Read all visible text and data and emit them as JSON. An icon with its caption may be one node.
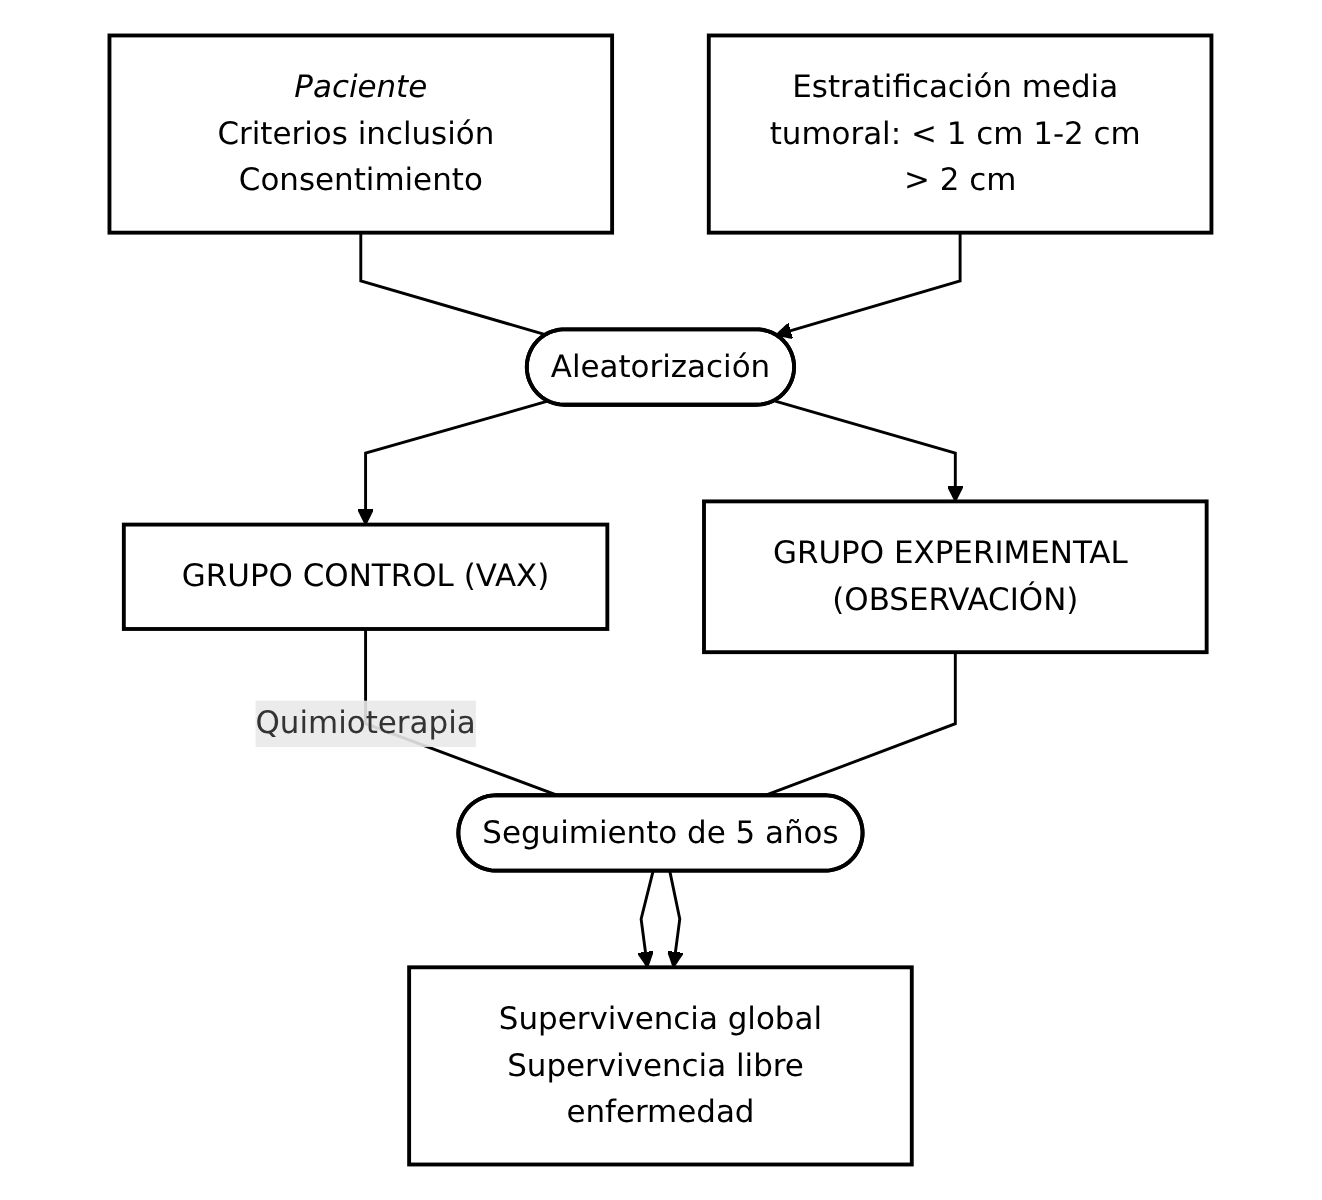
{
  "diagram": {
    "nodes": [
      {
        "text": [
          "Paciente",
          "Criterios inclusión Consentimiento"
        ]
      },
      {
        "text": [
          "Estratificación media tumoral: < 1 cm 1-2 cm > 2 cm"
        ]
      },
      {
        "text": [
          "Aleatorización"
        ]
      },
      {
        "text": [
          "GRUPO CONTROL (VAX)"
        ]
      },
      {
        "text": [
          "GRUPO EXPERIMENTAL (OBSERVACIÓN)"
        ]
      },
      {
        "text": [
          "Seguimiento de 5 años"
        ]
      },
      {
        "text": [
          "Supervivencia global",
          "Supervivencia libre enfermedad"
        ]
      }
    ],
    "edges": [
      {
        "from": 0,
        "to": 2,
        "arrow": "none"
      },
      {
        "from": 1,
        "to": 2,
        "arrow": "to"
      },
      {
        "from": 2,
        "to": 3,
        "arrow": "to"
      },
      {
        "from": 2,
        "to": 4,
        "arrow": "to"
      },
      {
        "from": 3,
        "to": 5,
        "arrow": "none",
        "label": "Quimioterapia"
      },
      {
        "from": 4,
        "to": 5,
        "arrow": "none"
      },
      {
        "from": 5,
        "to": 6,
        "arrow": "to"
      },
      {
        "from": 5,
        "to": 6,
        "arrow": "to"
      }
    ]
  }
}
